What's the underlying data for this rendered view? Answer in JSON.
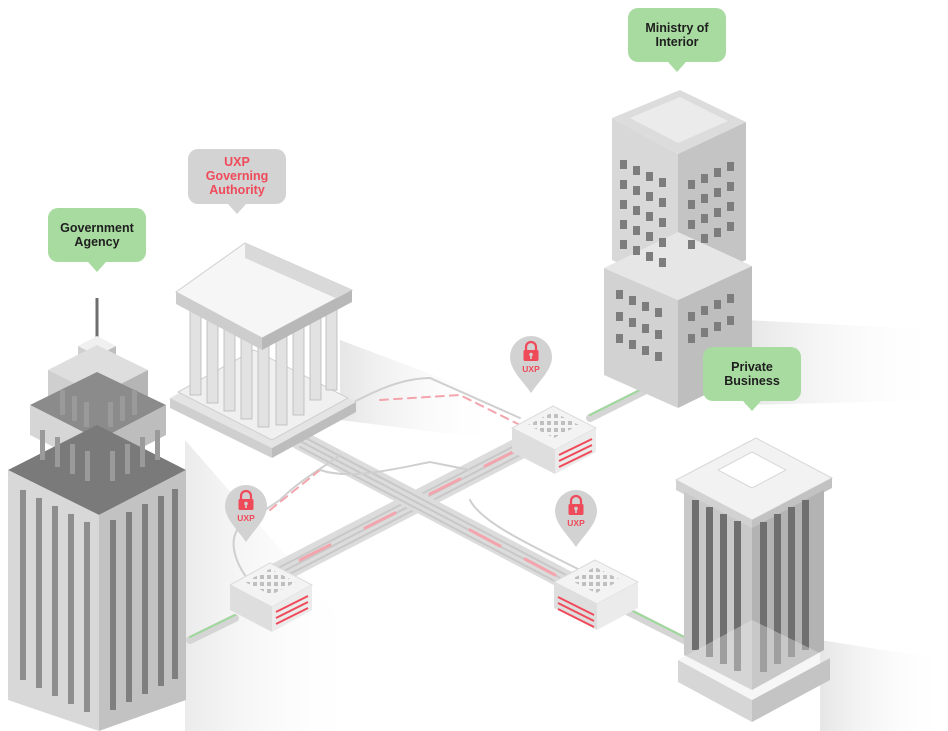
{
  "colors": {
    "green_bubble": "#a8dba0",
    "gray_bubble": "#d3d3d3",
    "accent_red": "#ef4a5a",
    "dark_text": "#1e1e1e",
    "line_green": "#9ed89a"
  },
  "labels": {
    "government_agency": [
      "Government",
      "Agency"
    ],
    "uxp_authority": [
      "UXP",
      "Governing",
      "Authority"
    ],
    "ministry": [
      "Ministry of",
      "Interior"
    ],
    "private_business": [
      "Private",
      "Business"
    ]
  },
  "pins": [
    {
      "text": "UXP",
      "icon": "lock-icon"
    },
    {
      "text": "UXP",
      "icon": "lock-icon"
    },
    {
      "text": "UXP",
      "icon": "lock-icon"
    }
  ]
}
